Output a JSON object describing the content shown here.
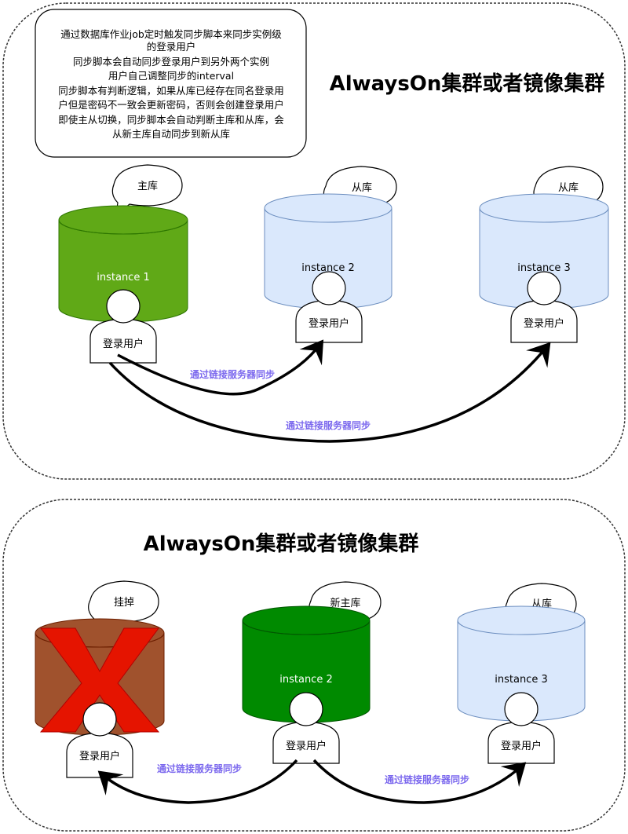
{
  "panel1": {
    "title": "AlwaysOn集群或者镜像集群",
    "note_lines": [
      "通过数据库作业job定时触发同步脚本来同步实例级",
      "的登录用户",
      "同步脚本会自动同步登录用户到另外两个实例",
      "用户自己调整同步的interval",
      "同步脚本有判断逻辑，如果从库已经存在同名登录用",
      "户但是密码不一致会更新密码，否则会创建登录用户",
      "即使主从切换，同步脚本会自动判断主库和从库，会",
      "从新主库自动同步到新从库"
    ],
    "nodes": [
      {
        "bubble": "主库",
        "instance": "instance 1",
        "user": "登录用户"
      },
      {
        "bubble": "从库",
        "instance": "instance 2",
        "user": "登录用户"
      },
      {
        "bubble": "从库",
        "instance": "instance 3",
        "user": "登录用户"
      }
    ],
    "arrow_labels": [
      "通过链接服务器同步",
      "通过链接服务器同步"
    ]
  },
  "panel2": {
    "title": "AlwaysOn集群或者镜像集群",
    "nodes": [
      {
        "bubble": "挂掉",
        "instance": "",
        "user": "登录用户"
      },
      {
        "bubble": "新主库",
        "instance": "instance 2",
        "user": "登录用户"
      },
      {
        "bubble": "从库",
        "instance": "instance 3",
        "user": "登录用户"
      }
    ],
    "arrow_labels": [
      "通过链接服务器同步",
      "通过链接服务器同步"
    ]
  },
  "colors": {
    "primary_db": "#60a917",
    "new_primary_db": "#008a00",
    "replica_db": "#dae8fc",
    "replica_border": "#6c8ebf",
    "failed_db": "#a0522d",
    "failed_x": "#e51400",
    "arrow_label": "#7b68ee"
  }
}
